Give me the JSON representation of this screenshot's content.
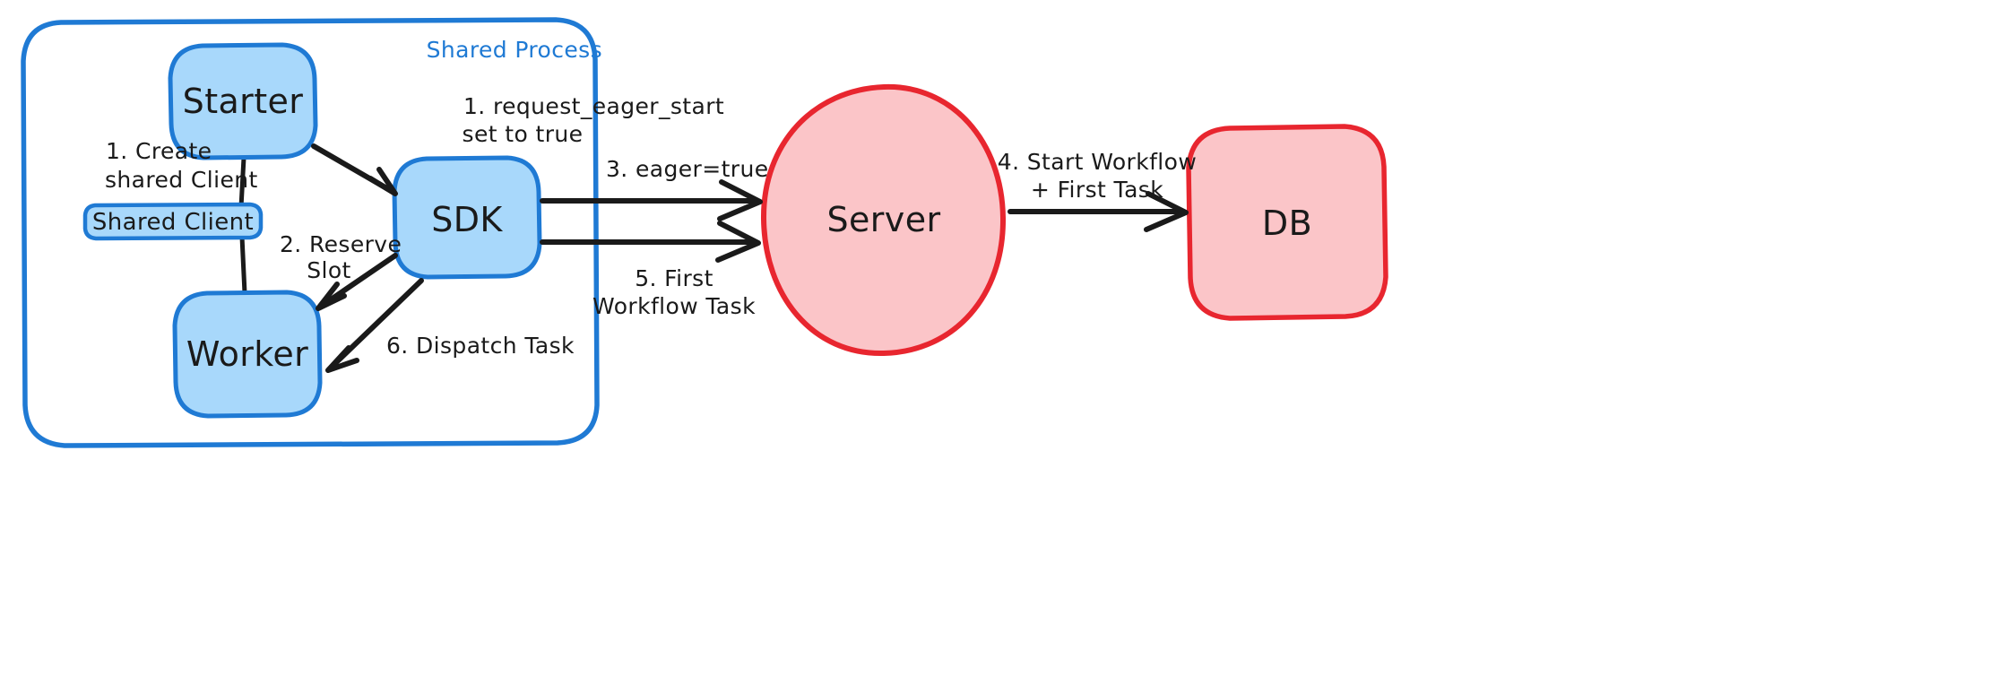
{
  "diagram": {
    "title_visible": false,
    "colors": {
      "blue_stroke": "#1f7ad4",
      "blue_fill": "#a8d8fb",
      "red_stroke": "#e8262f",
      "red_fill": "#fbc5c8",
      "ink": "#1a1a1a",
      "background": "#ffffff"
    },
    "group": {
      "label": "Shared Process"
    },
    "nodes": [
      {
        "id": "starter",
        "label": "Starter",
        "shape": "rounded-rect",
        "color": "blue"
      },
      {
        "id": "shared_client",
        "label": "Shared Client",
        "shape": "rounded-rect",
        "color": "blue"
      },
      {
        "id": "worker",
        "label": "Worker",
        "shape": "rounded-rect",
        "color": "blue"
      },
      {
        "id": "sdk",
        "label": "SDK",
        "shape": "rounded-rect",
        "color": "blue"
      },
      {
        "id": "server",
        "label": "Server",
        "shape": "ellipse",
        "color": "red"
      },
      {
        "id": "db",
        "label": "DB",
        "shape": "rounded-rect",
        "color": "red"
      }
    ],
    "edge_labels": {
      "create_shared_client_line1": "1. Create",
      "create_shared_client_line2": "shared Client",
      "request_eager_start_line1": "1. request_eager_start",
      "request_eager_start_line2": "set to true",
      "reserve_slot_line1": "2. Reserve",
      "reserve_slot_line2": "Slot",
      "eager_true": "3. eager=true",
      "start_workflow_line1": "4. Start Workflow",
      "start_workflow_line2": "+ First Task",
      "first_workflow_task_line1": "5. First",
      "first_workflow_task_line2": "Workflow Task",
      "dispatch_task": "6. Dispatch Task"
    }
  }
}
